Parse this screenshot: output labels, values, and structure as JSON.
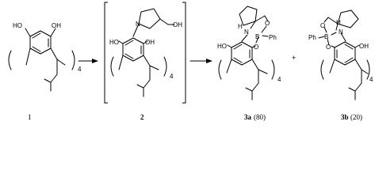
{
  "atoms": {
    "HO": "HO",
    "OH": "OH",
    "N": "N",
    "O": "O",
    "B": "B",
    "Ph": "Ph",
    "H": "H"
  },
  "subscript": "4",
  "plus": "+",
  "compounds": {
    "c1": {
      "label": "1"
    },
    "c2": {
      "label": "2"
    },
    "c3a": {
      "label": "3a",
      "yield": "(80)"
    },
    "c3b": {
      "label": "3b",
      "yield": "(20)"
    }
  }
}
